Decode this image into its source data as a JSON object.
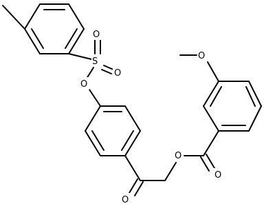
{
  "atoms": {
    "sulfur": "S",
    "sulfonyl_o_top": "O",
    "sulfonyl_o_right": "O",
    "ester_o_tosyl": "O",
    "ketone_o": "O",
    "ester_o_linker": "O",
    "carbonyl_o_benzoate": "O",
    "methoxy_o": "O"
  },
  "colors": {
    "bond": "#000000",
    "background": "#ffffff"
  }
}
